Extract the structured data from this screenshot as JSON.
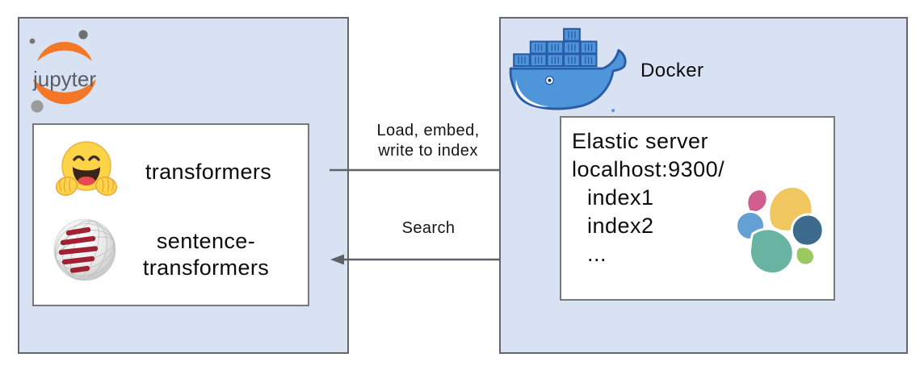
{
  "jupyter_section": {
    "logo_text": "jupyter",
    "libraries": [
      {
        "icon": "hugging-face-emoji",
        "label": "transformers"
      },
      {
        "icon": "sentence-transformers-sphere",
        "label": "sentence-\ntransformers"
      }
    ]
  },
  "docker_section": {
    "label": "Docker",
    "server": {
      "title": "Elastic server",
      "address": "localhost:9300/",
      "indexes": [
        "index1",
        "index2",
        "..."
      ]
    }
  },
  "flows": {
    "index_label": "Load, embed,\nwrite to index",
    "search_label": "Search"
  },
  "colors": {
    "panel_fill": "#d9e2f2",
    "panel_border": "#63666a",
    "inner_border": "#77797c",
    "arrow_gray": "#5d6065",
    "jupyter_orange": "#f37726",
    "jupyter_text_gray": "#5a5d63",
    "docker_blue": "#4e96d9",
    "docker_outline": "#2a5ca8",
    "hf_yellow": "#fdd348",
    "sbert_red": "#9e2233",
    "elastic_pink": "#d05f90",
    "elastic_yellow": "#efc75e",
    "elastic_blue": "#64a0d4",
    "elastic_teal": "#68b3a2",
    "elastic_navy": "#3c6b8e",
    "elastic_green": "#9cc861"
  }
}
